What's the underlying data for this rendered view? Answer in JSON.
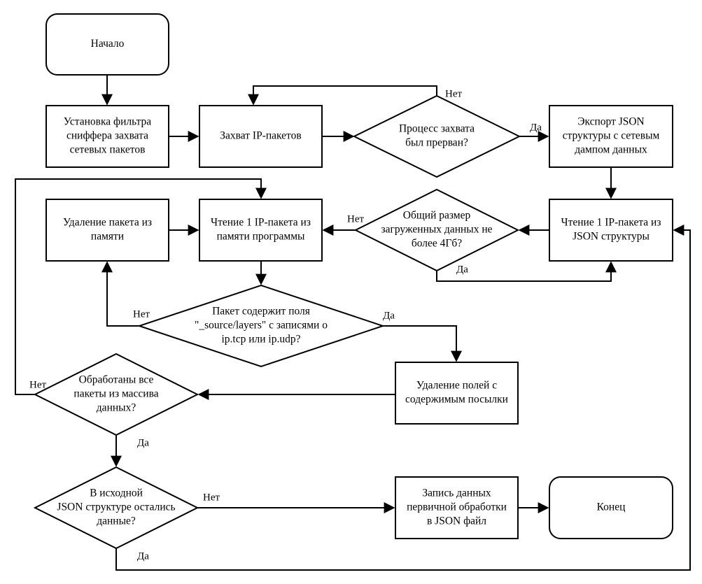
{
  "nodes": {
    "start": {
      "kind": "terminator",
      "text": [
        "Начало"
      ]
    },
    "sniffer_filter": {
      "kind": "process",
      "text": [
        "Установка фильтра",
        "сниффера захвата",
        "сетевых пакетов"
      ]
    },
    "capture_packets": {
      "kind": "process",
      "text": [
        "Захват IP-пакетов"
      ]
    },
    "capture_interrupted": {
      "kind": "decision",
      "text": [
        "Процесс захвата",
        "был прерван?"
      ]
    },
    "export_json": {
      "kind": "process",
      "text": [
        "Экспорт JSON",
        "структуры с сетевым",
        "дампом данных"
      ]
    },
    "read_from_json": {
      "kind": "process",
      "text": [
        "Чтение 1 IP-пакета из",
        "JSON структуры"
      ]
    },
    "size_check": {
      "kind": "decision",
      "text": [
        "Общий размер",
        "загруженных данных не",
        "более 4Гб?"
      ]
    },
    "read_from_memory": {
      "kind": "process",
      "text": [
        "Чтение 1 IP-пакета из",
        "памяти программы"
      ]
    },
    "delete_packet": {
      "kind": "process",
      "text": [
        "Удаление пакета из",
        "памяти"
      ]
    },
    "fields_check": {
      "kind": "decision",
      "text": [
        "Пакет содержит поля",
        "\"_source/layers\" с записями о",
        "ip.tcp или ip.udp?"
      ]
    },
    "delete_payload": {
      "kind": "process",
      "text": [
        "Удаление полей с",
        "содержимым посылки"
      ]
    },
    "all_processed": {
      "kind": "decision",
      "text": [
        "Обработаны все",
        "пакеты из массива",
        "данных?"
      ]
    },
    "data_left": {
      "kind": "decision",
      "text": [
        "В исходной",
        "JSON структуре остались",
        "данные?"
      ]
    },
    "write_json": {
      "kind": "process",
      "text": [
        "Запись данных",
        "первичной обработки",
        "в JSON файл"
      ]
    },
    "end": {
      "kind": "terminator",
      "text": [
        "Конец"
      ]
    }
  },
  "edges": [
    {
      "from": "start",
      "to": "sniffer_filter",
      "label": ""
    },
    {
      "from": "sniffer_filter",
      "to": "capture_packets",
      "label": ""
    },
    {
      "from": "capture_packets",
      "to": "capture_interrupted",
      "label": ""
    },
    {
      "from": "capture_interrupted",
      "to": "capture_packets",
      "label": "Нет"
    },
    {
      "from": "capture_interrupted",
      "to": "export_json",
      "label": "Да"
    },
    {
      "from": "export_json",
      "to": "read_from_json",
      "label": ""
    },
    {
      "from": "read_from_json",
      "to": "size_check",
      "label": ""
    },
    {
      "from": "size_check",
      "to": "read_from_memory",
      "label": "Нет"
    },
    {
      "from": "size_check",
      "to": "read_from_json",
      "label": "Да"
    },
    {
      "from": "delete_packet",
      "to": "read_from_memory",
      "label": ""
    },
    {
      "from": "read_from_memory",
      "to": "fields_check",
      "label": ""
    },
    {
      "from": "fields_check",
      "to": "delete_packet",
      "label": "Нет"
    },
    {
      "from": "fields_check",
      "to": "delete_payload",
      "label": "Да"
    },
    {
      "from": "delete_payload",
      "to": "all_processed",
      "label": ""
    },
    {
      "from": "all_processed",
      "to": "read_from_memory",
      "label": "Нет"
    },
    {
      "from": "all_processed",
      "to": "data_left",
      "label": "Да"
    },
    {
      "from": "data_left",
      "to": "write_json",
      "label": "Нет"
    },
    {
      "from": "data_left",
      "to": "read_from_json",
      "label": "Да"
    },
    {
      "from": "write_json",
      "to": "end",
      "label": ""
    }
  ]
}
